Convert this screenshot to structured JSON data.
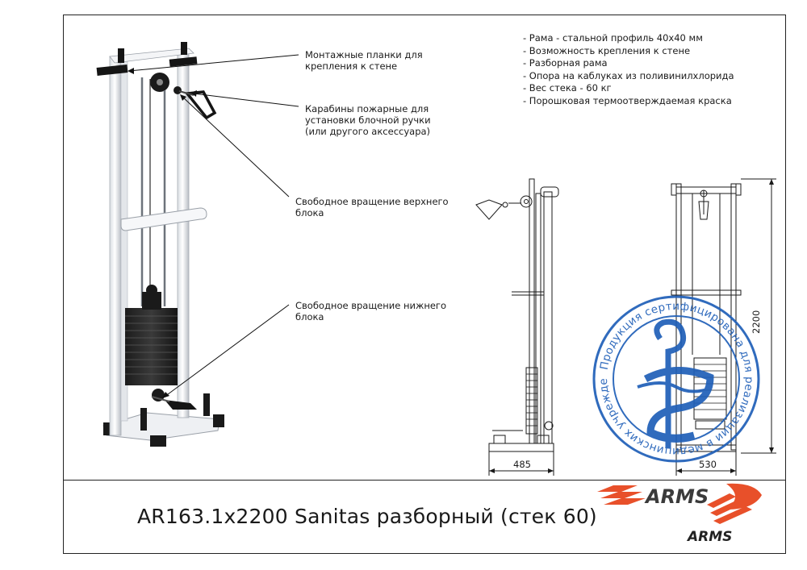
{
  "callouts": {
    "mounting_plates": [
      "Монтажные планки для",
      "крепления к стене"
    ],
    "carabiners": [
      "Карабины пожарные для",
      "установки блочной ручки",
      "(или другого аксессуара)"
    ],
    "upper_pulley": [
      "Свободное вращение верхнего",
      "блока"
    ],
    "lower_pulley": [
      "Свободное вращение нижнего",
      "блока"
    ]
  },
  "specs": [
    "- Рама - стальной профиль 40x40 мм",
    "- Возможность крепления к стене",
    "- Разборная рама",
    "- Опора на каблуках из поливинилхлорида",
    "- Вес стека - 60 кг",
    "- Порошковая термоотверждаемая краска"
  ],
  "dimensions": {
    "depth": "485",
    "width": "530",
    "height": "2200"
  },
  "stamp": {
    "text": "Продукция сертифицирована для реализации в медицинских учреждениях",
    "color": "#1f5fb8"
  },
  "brand": {
    "name": "ARMS",
    "accent": "#e8502a",
    "dark": "#2b2b2b"
  },
  "title": "AR163.1x2200 Sanitas разборный (стек 60)"
}
